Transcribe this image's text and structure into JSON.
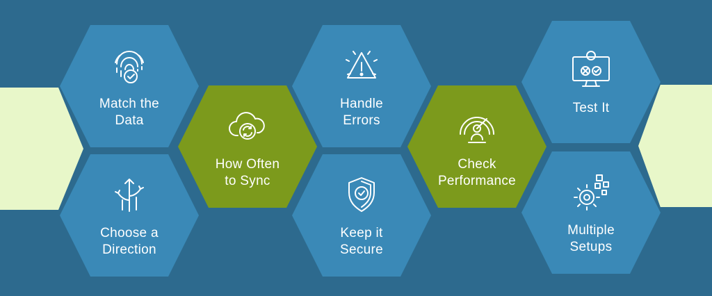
{
  "colors": {
    "background": "#2d6a8e",
    "hex_blue": "#3a89b7",
    "hex_green": "#7c9a1c",
    "edge_mint": "#e8f7c9",
    "text": "#ffffff"
  },
  "hexagons": [
    {
      "label": "Match the\nData",
      "icon": "fingerprint-check-icon",
      "color": "blue"
    },
    {
      "label": "Choose a\nDirection",
      "icon": "direction-arrows-icon",
      "color": "blue"
    },
    {
      "label": "How Often\nto Sync",
      "icon": "cloud-sync-icon",
      "color": "green"
    },
    {
      "label": "Handle\nErrors",
      "icon": "warning-alert-icon",
      "color": "blue"
    },
    {
      "label": "Keep it\nSecure",
      "icon": "shield-check-icon",
      "color": "blue"
    },
    {
      "label": "Check\nPerformance",
      "icon": "speedometer-person-icon",
      "color": "green"
    },
    {
      "label": "Test It",
      "icon": "monitor-gear-test-icon",
      "color": "blue"
    },
    {
      "label": "Multiple\nSetups",
      "icon": "gear-blocks-icon",
      "color": "blue"
    }
  ]
}
